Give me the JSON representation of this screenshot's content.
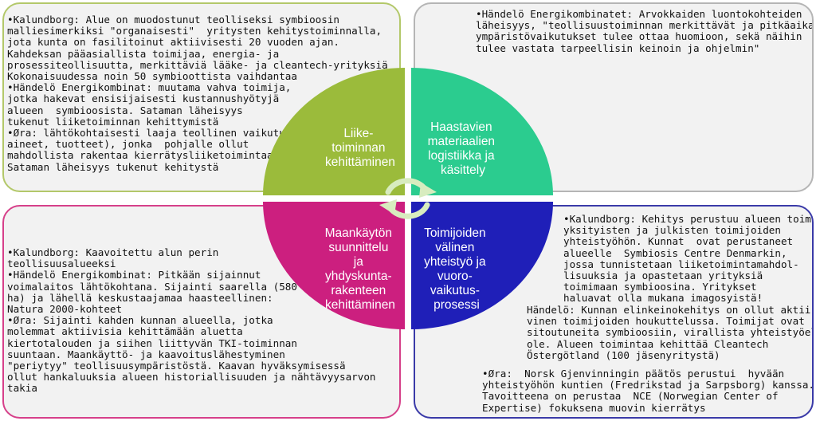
{
  "panels": {
    "top_left": {
      "text": "•Kalundborg: Alue on muodostunut teolliseksi symbioosin\nmalliesimerkiksi \"organaisesti\"  yritysten kehitystoiminnalla,\njota kunta on fasilitoinut aktiivisesti 20 vuoden ajan.\nKahdeksan pääasiallista toimijaa, energia- ja\nprosessiteollisuutta, merkittäviä lääke- ja cleantech-yrityksiä\nKokonaisuudessa noin 50 symbioottista vaihdantaa\n•Händelö Energikombinat: muutama vahva toimija,\njotka hakevat ensisijaisesti kustannushyötyjä\nalueen  symbioosista. Sataman läheisyys\ntukenut liiketoiminnan kehittymistä\n•Øra: lähtökohtaisesti laaja teollinen vaikutusalue (sivuvirrat, rakennus-\naineet, tuotteet), jonka  pohjalle ollut\nmahdollista rakentaa kierrätysliiketoimintaa.\nSataman läheisyys tukenut kehitystä"
    },
    "top_right": {
      "text": "•Händelö Energikombinatet: Arvokkaiden luontokohteiden\nläheisyys, \"teollisuustoiminnan merkittävät ja pitkäaikaiset\nympäristövaikutukset tulee ottaa huomioon, sekä näihin\ntulee vastata tarpeellisin keinoin ja ohjelmin\""
    },
    "bottom_left": {
      "text": "•Kalundborg: Kaavoitettu alun perin\nteollisuusalueeksi\n•Händelö Energikombinat: Pitkään sijainnut\nvoimalaitos lähtökohtana. Sijainti saarella (580\nha) ja lähellä keskustaajamaa haasteellinen:\nNatura 2000-kohteet\n•Øra: Sijainti kahden kunnan alueella, jotka\nmolemmat aktiivisia kehittämään aluetta\nkiertotalouden ja siihen liittyvän TKI-toiminnan\nsuuntaan. Maankäyttö- ja kaavoituslähestyminen\n\"periytyy\" teollisuusympäristöstä. Kaavan hyväksymisessä\nollut hankaluuksia alueen historiallisuuden ja nähtävyysarvon\ntakia"
    },
    "bottom_right": {
      "text1": "•Kalundborg: Kehitys perustuu alueen toimijoiden,\nyksityisten ja julkisten toimijoiden\nyhteistyöhön. Kunnat  ovat perustaneet\nalueelle  Symbiosis Centre Denmarkin,\njossa tunnistetaan liiketoimintamahdol-\nlisuuksia ja opastetaan yrityksiä\ntoimimaan symbioosina. Yritykset\nhaluavat olla mukana imagosyistä!",
      "text2": "Händelö: Kunnan elinkeinokehitys on ollut aktii-\nvinen toimijoiden houkuttelussa. Toimijat ovat\nsitoutuneita symbioosiin, virallista yhteistyöelintä ei\nole. Alueen toimintaa kehittää Cleantech\nÖstergötland (100 jäsenyritystä)",
      "text3": "•Øra:  Norsk Gjenvinningin päätös perustui  hyvään\nyhteistyöhön kuntien (Fredrikstad ja Sarpsborg) kanssa.\nTavoitteena on perustaa  NCE (Norwegian Center of\nExpertise) fokuksena muovin kierrätys"
    }
  },
  "quadrants": {
    "top_left": [
      "Liike-",
      "toiminnan",
      "kehittäminen"
    ],
    "top_right": [
      "Haastavien",
      "materiaalien",
      "logistiikka ja",
      "käsittely"
    ],
    "bottom_left": [
      "Maankäytön",
      "suunnittelu",
      "ja",
      "yhdyskunta-",
      "rakenteen",
      "kehittäminen"
    ],
    "bottom_right": [
      "Toimijoiden",
      "välinen",
      "yhteistyö ja",
      "vuoro-",
      "vaikutus-",
      "prosessi"
    ]
  },
  "colors": {
    "q_top_left": "#9bbb3b",
    "q_top_right": "#2bcc8f",
    "q_bottom_left": "#cc1f7f",
    "q_bottom_right": "#1f1fb8",
    "cycle_arrows": "#d8ecbf"
  }
}
